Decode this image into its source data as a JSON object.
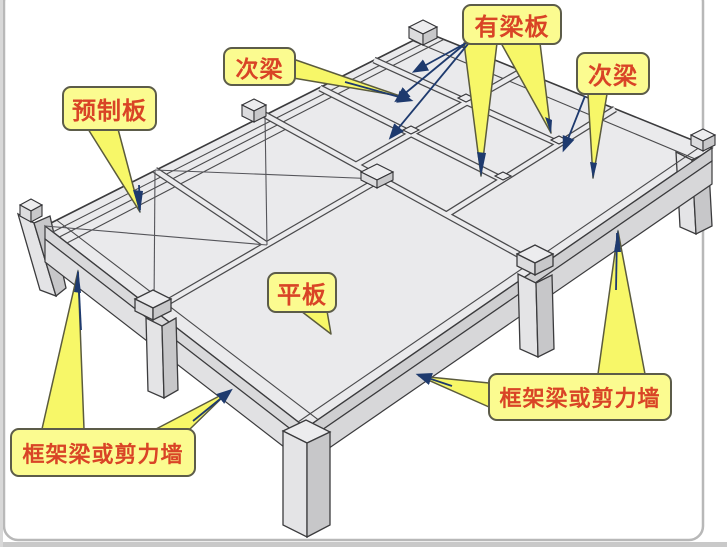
{
  "callouts": [
    {
      "id": "precast-slab",
      "text": "预制板"
    },
    {
      "id": "secondary-beam-left",
      "text": "次梁"
    },
    {
      "id": "beam-slab",
      "text": "有梁板"
    },
    {
      "id": "secondary-beam-right",
      "text": "次梁"
    },
    {
      "id": "flat-slab",
      "text": "平板"
    },
    {
      "id": "frame-beam-or-shear-wall-left",
      "text": "框架梁或剪力墙"
    },
    {
      "id": "frame-beam-or-shear-wall-right",
      "text": "框架梁或剪力墙"
    }
  ],
  "colors": {
    "callout_background": "#fbfb90",
    "callout_border": "#5c5c49",
    "callout_text": "#d94426",
    "leader_arrow": "#1e3a6e",
    "concrete_top": "#eaeaec",
    "concrete_side": "#d9d9db",
    "concrete_dark_side": "#cfcfd1",
    "outline": "#3b3b3d",
    "page_frame": "#b8b8b8"
  }
}
